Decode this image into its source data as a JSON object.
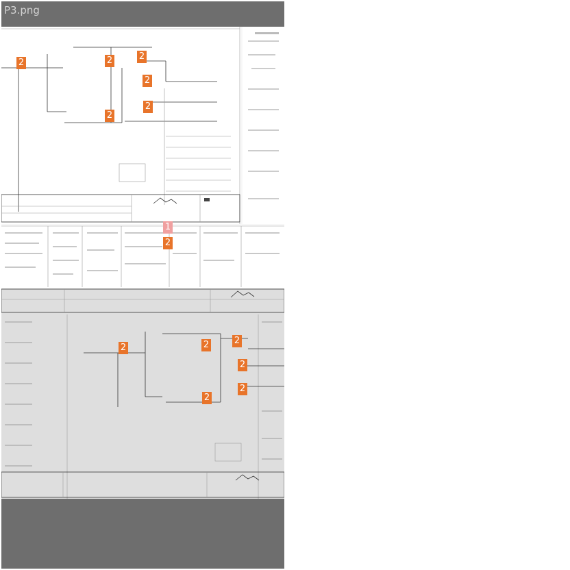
{
  "window": {
    "title": "P3.png"
  },
  "markers": [
    {
      "id": "m1",
      "label": "2"
    },
    {
      "id": "m2",
      "label": "2"
    },
    {
      "id": "m3",
      "label": "2"
    },
    {
      "id": "m4",
      "label": "2"
    },
    {
      "id": "m5",
      "label": "2"
    },
    {
      "id": "m6",
      "label": "2"
    },
    {
      "id": "m7",
      "label": "1"
    },
    {
      "id": "m8",
      "label": "2"
    },
    {
      "id": "m9",
      "label": "2"
    },
    {
      "id": "m10",
      "label": "2"
    },
    {
      "id": "m11",
      "label": "2"
    },
    {
      "id": "m12",
      "label": "2"
    },
    {
      "id": "m13",
      "label": "2"
    },
    {
      "id": "m14",
      "label": "2"
    }
  ],
  "colors": {
    "marker": "#e8742a",
    "marker_faded": "#f0a0a0",
    "chrome": "#6e6e6e"
  }
}
